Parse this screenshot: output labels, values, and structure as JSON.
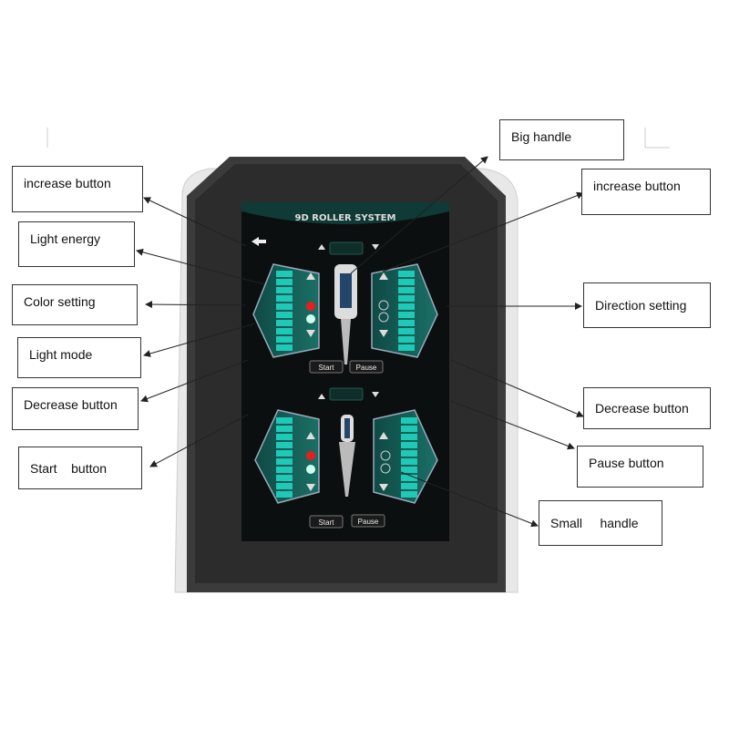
{
  "screen": {
    "title": "9D ROLLER SYSTEM",
    "top_panel": {
      "start_label": "Start",
      "pause_label": "Pause"
    },
    "bottom_panel": {
      "start_label": "Start",
      "pause_label": "Pause"
    }
  },
  "callouts": {
    "left": [
      {
        "id": "increase-button",
        "text": "increase button"
      },
      {
        "id": "light-energy",
        "text": "Light energy"
      },
      {
        "id": "color-setting",
        "text": "Color setting"
      },
      {
        "id": "light-mode",
        "text": "Light mode"
      },
      {
        "id": "decrease-button",
        "text": "Decrease button"
      },
      {
        "id": "start-button",
        "text": "Start    button"
      }
    ],
    "right": [
      {
        "id": "big-handle",
        "text": "Big handle"
      },
      {
        "id": "increase-button",
        "text": "increase button"
      },
      {
        "id": "direction-setting",
        "text": "Direction setting"
      },
      {
        "id": "decrease-button",
        "text": "Decrease button"
      },
      {
        "id": "pause-button",
        "text": "Pause button"
      },
      {
        "id": "small-handle",
        "text": "Small     handle"
      }
    ]
  },
  "colors": {
    "screen_bg": "#0b0f10",
    "teal": "#1fc9b7",
    "bezel": "#3a3a3a",
    "red": "#e81e1e"
  }
}
